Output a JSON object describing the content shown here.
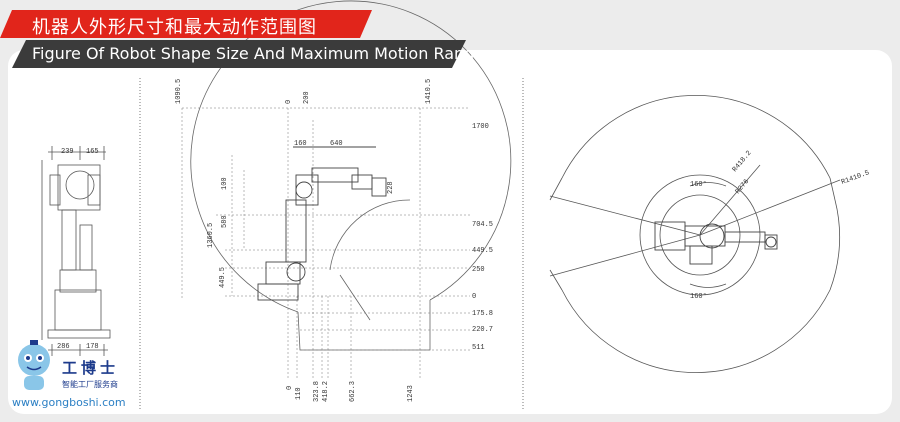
{
  "header": {
    "title_cn": "机器人外形尺寸和最大动作范围图",
    "title_en": "Figure Of Robot Shape Size And Maximum Motion Range"
  },
  "left_view": {
    "dims": [
      "239",
      "165",
      "286",
      "178"
    ]
  },
  "side_view": {
    "top_dims": [
      "1090.5",
      "0",
      "200",
      "1410.5"
    ],
    "arm_dims": [
      "160",
      "640",
      "228"
    ],
    "vertical_dims": [
      "1360.5",
      "580",
      "100",
      "449.5"
    ],
    "right_dims": [
      "1700",
      "704.5",
      "449.5",
      "250",
      "0",
      "175.8",
      "220.7",
      "511"
    ],
    "bottom_dims": [
      "0",
      "110",
      "323.8",
      "418.2",
      "662.3",
      "1243"
    ]
  },
  "top_view": {
    "radius_dims": [
      "R418.2",
      "R276",
      "R1410.5"
    ],
    "angle_dims": [
      "160°",
      "160°"
    ]
  },
  "logo": {
    "name_cn": "工博士",
    "tagline_cn": "智能工厂服务商",
    "url": "www.gongboshi.com"
  },
  "colors": {
    "banner": "#3b3b3b",
    "accent": "#e1251b",
    "logo_blue": "#1d3b8c"
  }
}
